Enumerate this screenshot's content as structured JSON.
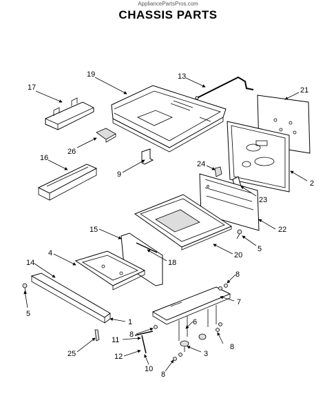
{
  "header": {
    "watermark": "AppliancePartsPros.com",
    "title": "CHASSIS PARTS"
  },
  "callouts": [
    {
      "id": "c17",
      "text": "17"
    },
    {
      "id": "c19",
      "text": "19"
    },
    {
      "id": "c13",
      "text": "13"
    },
    {
      "id": "c21",
      "text": "21"
    },
    {
      "id": "c26",
      "text": "26"
    },
    {
      "id": "c16",
      "text": "16"
    },
    {
      "id": "c9",
      "text": "9"
    },
    {
      "id": "c24",
      "text": "24"
    },
    {
      "id": "c23",
      "text": "23"
    },
    {
      "id": "c2",
      "text": "2"
    },
    {
      "id": "c22",
      "text": "22"
    },
    {
      "id": "c5a",
      "text": "5"
    },
    {
      "id": "c15",
      "text": "15"
    },
    {
      "id": "c20",
      "text": "20"
    },
    {
      "id": "c18",
      "text": "18"
    },
    {
      "id": "c4",
      "text": "4"
    },
    {
      "id": "c14",
      "text": "14"
    },
    {
      "id": "c8a",
      "text": "8"
    },
    {
      "id": "c7",
      "text": "7"
    },
    {
      "id": "c5b",
      "text": "5"
    },
    {
      "id": "c1",
      "text": "1"
    },
    {
      "id": "c8b",
      "text": "8"
    },
    {
      "id": "c6",
      "text": "6"
    },
    {
      "id": "c11",
      "text": "11"
    },
    {
      "id": "c8c",
      "text": "8"
    },
    {
      "id": "c25",
      "text": "25"
    },
    {
      "id": "c12",
      "text": "12"
    },
    {
      "id": "c3",
      "text": "3"
    },
    {
      "id": "c10",
      "text": "10"
    },
    {
      "id": "c8d",
      "text": "8"
    }
  ]
}
